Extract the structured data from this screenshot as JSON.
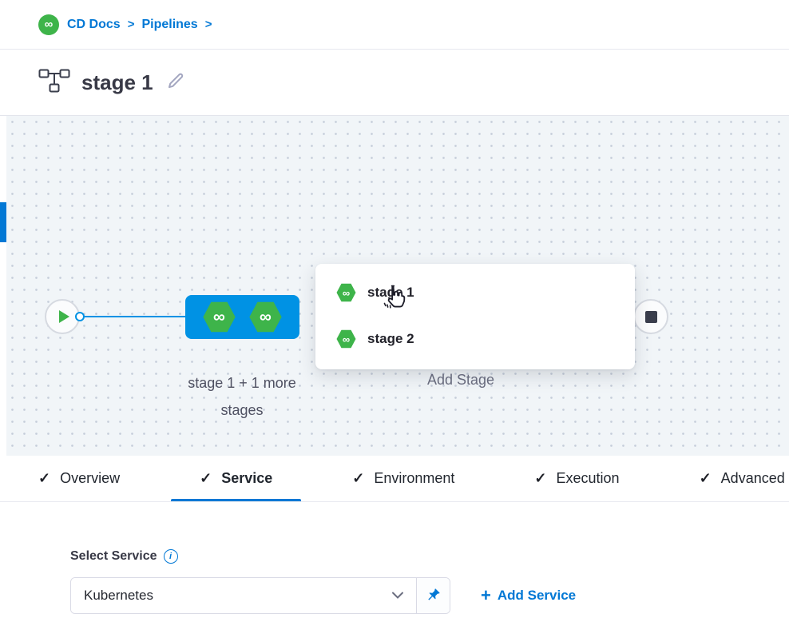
{
  "colors": {
    "accent_blue": "#0278D5",
    "node_blue": "#0092E4",
    "harness_green": "#3EB44A",
    "canvas_bg": "#F1F5F8"
  },
  "icons": {
    "infinity": "∞",
    "check": "✓",
    "plus": "+",
    "info": "i"
  },
  "breadcrumb": {
    "separator": ">",
    "items": [
      {
        "label": "CD Docs"
      },
      {
        "label": "Pipelines"
      }
    ]
  },
  "header": {
    "title": "stage 1"
  },
  "canvas": {
    "stage_group_label_line1": "stage 1 + 1 more",
    "stage_group_label_line2": "stages",
    "add_stage_label": "Add Stage",
    "popup_items": [
      {
        "label": "stage 1"
      },
      {
        "label": "stage 2"
      }
    ]
  },
  "tabs": [
    {
      "label": "Overview"
    },
    {
      "label": "Service"
    },
    {
      "label": "Environment"
    },
    {
      "label": "Execution"
    },
    {
      "label": "Advanced"
    }
  ],
  "service_panel": {
    "label": "Select Service",
    "select_value": "Kubernetes",
    "add_service_label": "Add Service"
  }
}
